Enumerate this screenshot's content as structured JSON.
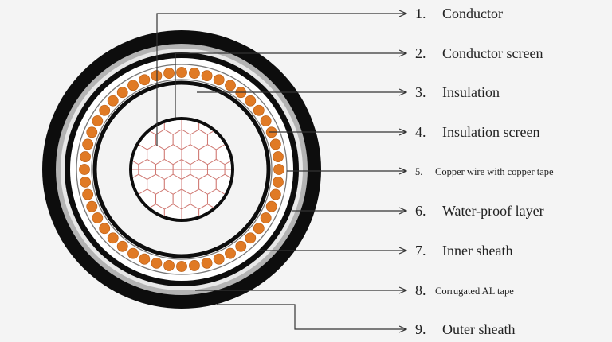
{
  "diagram": {
    "labels": [
      {
        "num": "1.",
        "text": "Conductor"
      },
      {
        "num": "2.",
        "text": "Conductor screen"
      },
      {
        "num": "3.",
        "text": "Insulation"
      },
      {
        "num": "4.",
        "text": "Insulation screen"
      },
      {
        "num": "5.",
        "text": "Copper wire with copper tape"
      },
      {
        "num": "6.",
        "text": "Water-proof layer"
      },
      {
        "num": "7.",
        "text": "Inner sheath"
      },
      {
        "num": "8.",
        "text": "Corrugated AL tape"
      },
      {
        "num": "9.",
        "text": "Outer sheath"
      }
    ]
  },
  "colors": {
    "background": "#f4f4f4",
    "outer_sheath": "#0d0d0d",
    "al_tape": "#b3b3b3",
    "inner_sheath": "#0d0d0d",
    "bedding": "#ffffff",
    "copper_wire": "#e07a25",
    "conductor_lines": "#d07a74",
    "lines": "#333333"
  }
}
